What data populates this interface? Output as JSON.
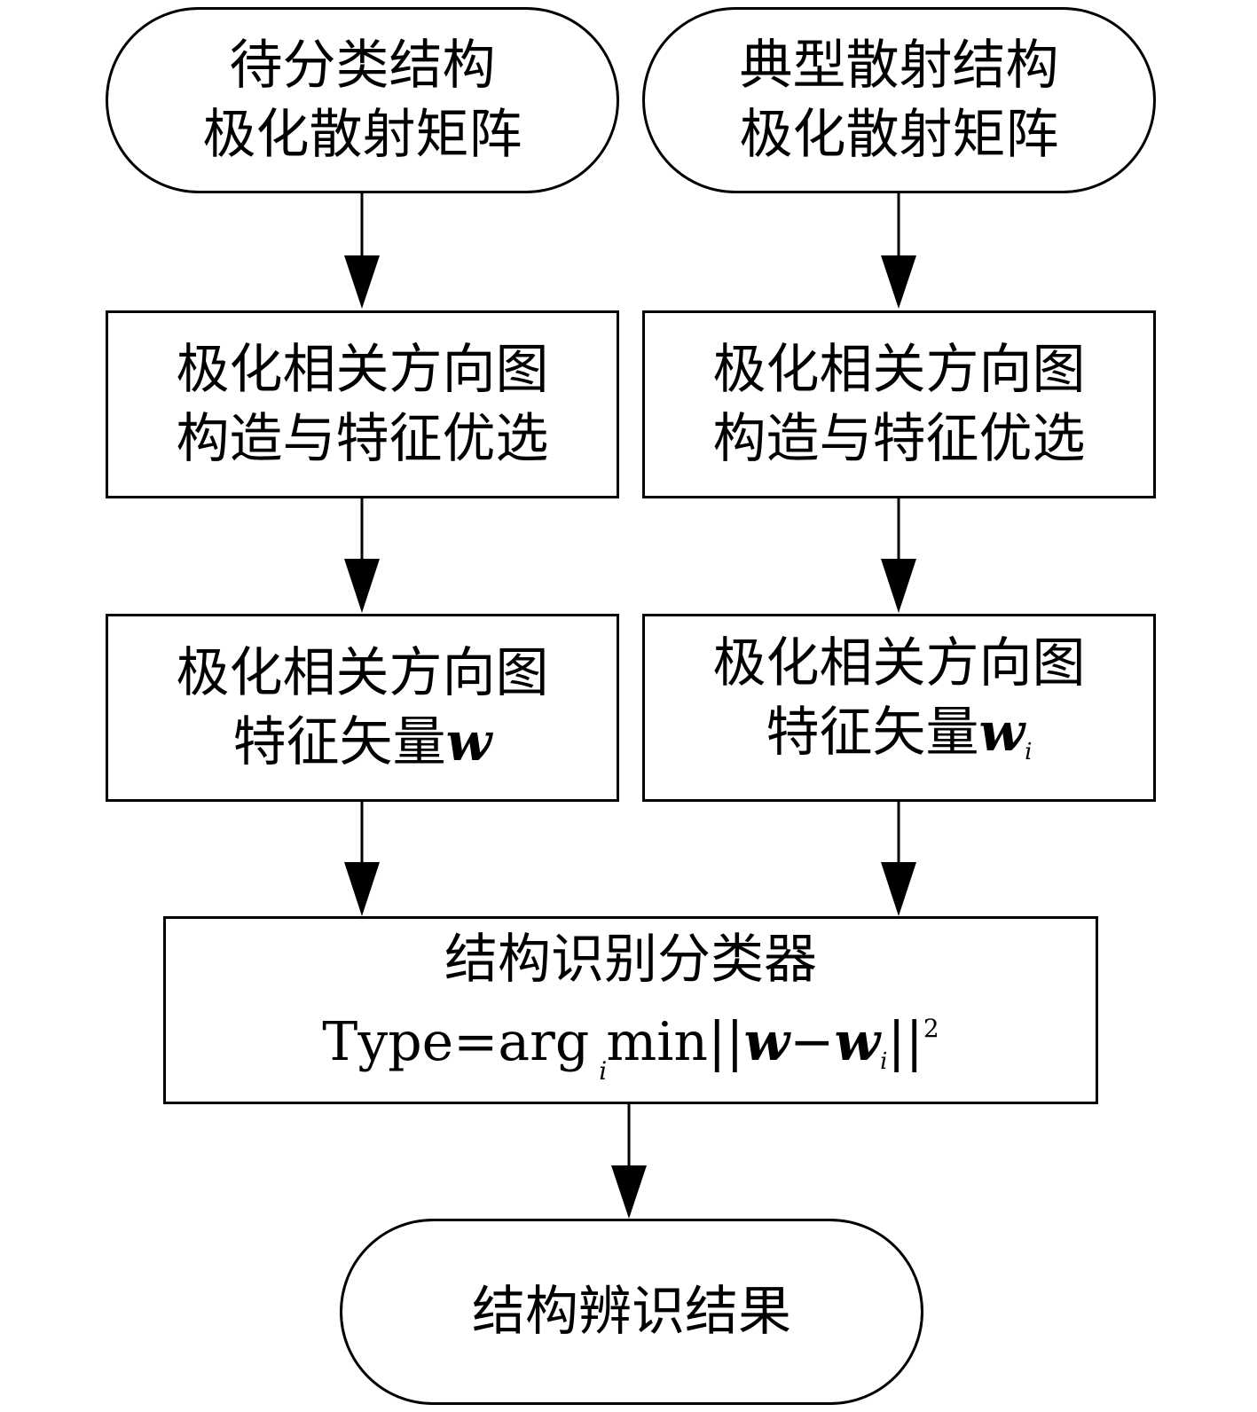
{
  "nodes": {
    "input_unclassified": {
      "line1": "待分类结构",
      "line2": "极化散射矩阵"
    },
    "input_typical": {
      "line1": "典型散射结构",
      "line2": "极化散射矩阵"
    },
    "construct_left": {
      "line1": "极化相关方向图",
      "line2": "构造与特征优选"
    },
    "construct_right": {
      "line1": "极化相关方向图",
      "line2": "构造与特征优选"
    },
    "feature_left": {
      "line1": "极化相关方向图",
      "line2_text": "特征矢量",
      "vector": "w"
    },
    "feature_right": {
      "line1": "极化相关方向图",
      "line2_text": "特征矢量",
      "vector": "w",
      "subscript": "i"
    },
    "classifier": {
      "title": "结构识别分类器",
      "formula": {
        "prefix": "Type=",
        "operator": "arg min",
        "operator_subscript": "i",
        "norm_open": "||",
        "vec_a": "w",
        "minus": "−",
        "vec_b": "w",
        "vec_b_subscript": "i",
        "norm_close": "||",
        "exponent": "2"
      }
    },
    "result": {
      "label": "结构辨识结果"
    }
  }
}
